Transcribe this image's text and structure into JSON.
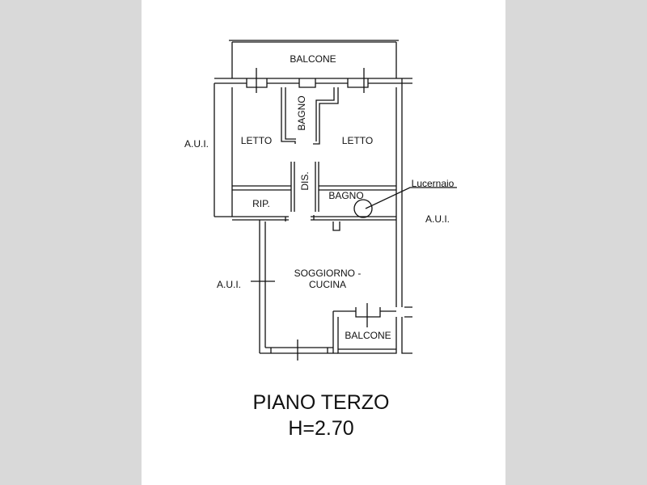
{
  "plan": {
    "rooms": {
      "balcone_top": "BALCONE",
      "letto_left": "LETTO",
      "bagno_top": "BAGNO",
      "letto_right": "LETTO",
      "disimpegno": "DIS.",
      "bagno_lower": "BAGNO",
      "ripostiglio": "RIP.",
      "soggiorno_line1": "SOGGIORNO -",
      "soggiorno_line2": "CUCINA",
      "balcone_bottom": "BALCONE"
    },
    "annotations": {
      "lucernaio": "Lucernaio",
      "aui_left_top": "A.U.I.",
      "aui_right": "A.U.I.",
      "aui_left_bottom": "A.U.I."
    },
    "title": "PIANO TERZO",
    "height": "H=2.70"
  }
}
